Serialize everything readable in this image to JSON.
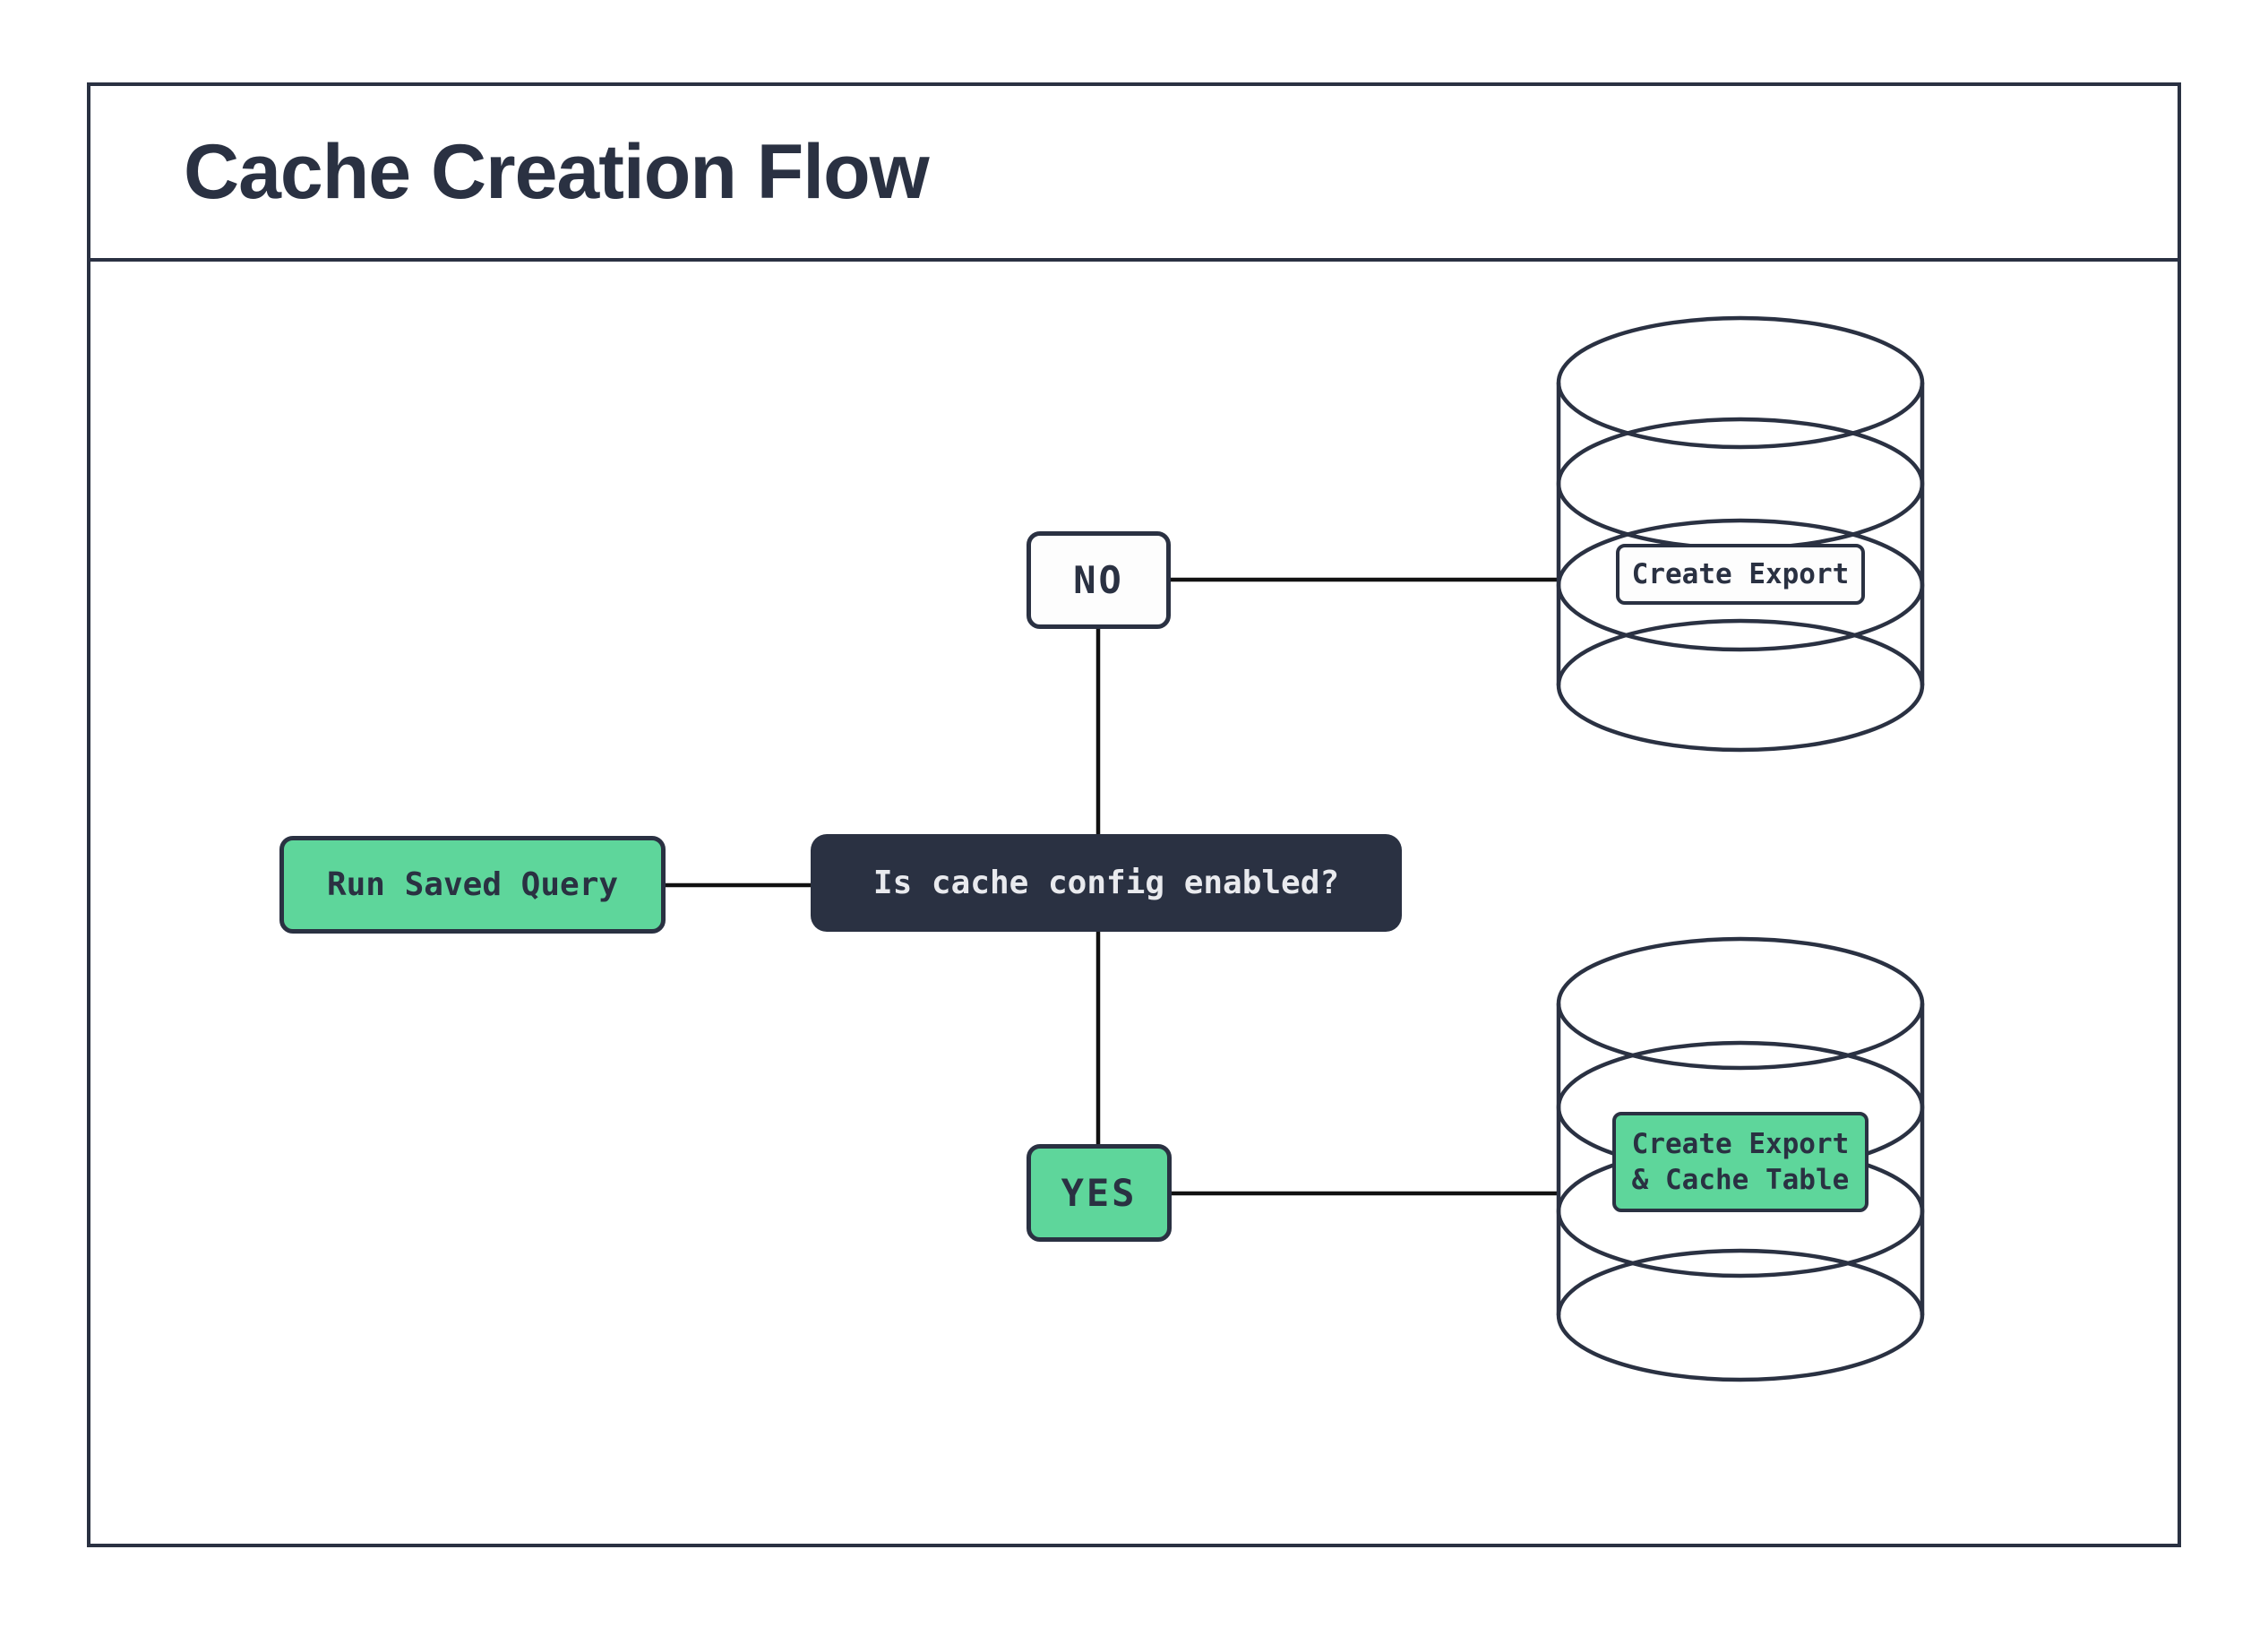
{
  "title": "Cache Creation Flow",
  "nodes": {
    "run_saved_query": {
      "label": "Run Saved Query"
    },
    "condition": {
      "label": "Is cache config enabled?"
    },
    "branch_no": {
      "label": "NO"
    },
    "branch_yes": {
      "label": "YES"
    },
    "export_database": {
      "label": "Create Export"
    },
    "export_cache_database": {
      "lines": [
        "Create Export",
        "& Cache Table"
      ]
    }
  },
  "icons": {
    "top_shape": "database-icon",
    "bottom_shape": "database-icon"
  },
  "colors": {
    "accent_green": "#5ed69b",
    "dark_navy": "#2a3142",
    "connector_black": "#111111",
    "light_text": "#e9eaee",
    "background": "#ffffff"
  }
}
